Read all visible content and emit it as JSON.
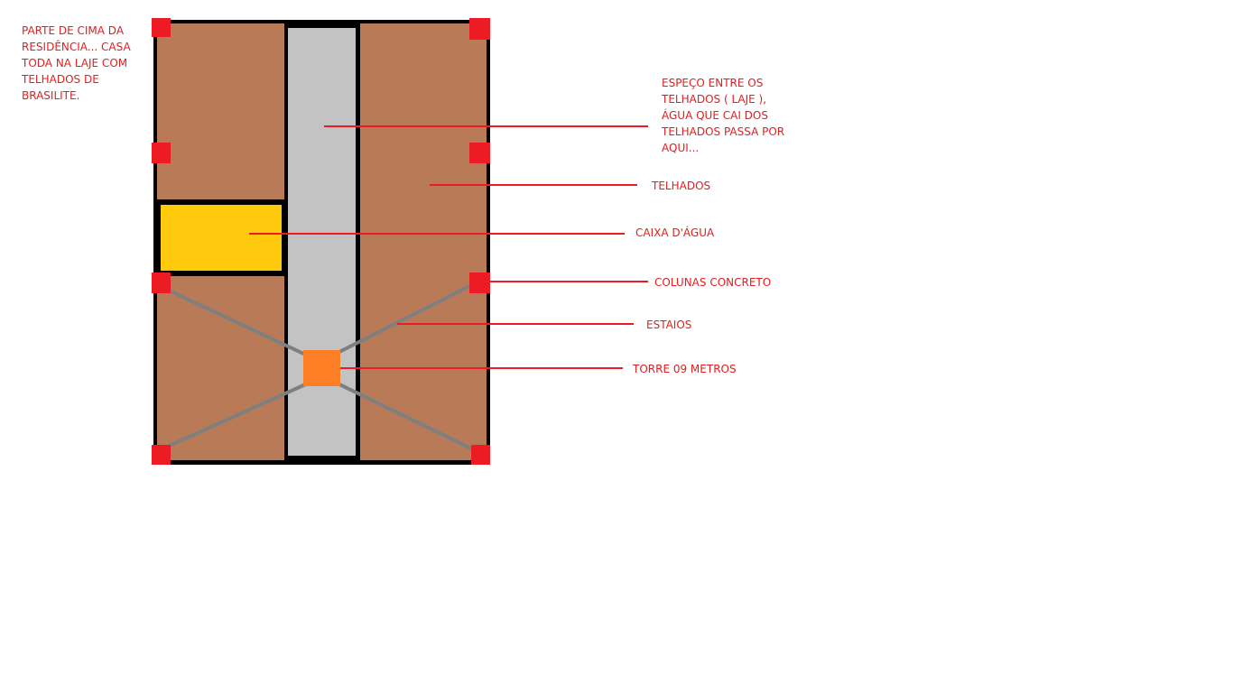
{
  "note": {
    "lines": [
      "PARTE DE CIMA DA",
      "RESIDÊNCIA... CASA",
      "TODA NA LAJE COM",
      "TELHADOS DE",
      "BRASILITE."
    ]
  },
  "labels": {
    "espaco": [
      "ESPEÇO ENTRE OS",
      "TELHADOS ( LAJE ),",
      "ÁGUA QUE CAI DOS",
      "TELHADOS PASSA POR",
      "AQUI..."
    ],
    "telhados": "TELHADOS",
    "caixa": "CAIXA D'ÁGUA",
    "colunas": "COLUNAS CONCRETO",
    "estaios": "ESTAIOS",
    "torre": "TORRE 09 METROS"
  },
  "colors": {
    "roof": "#b97a57",
    "slab": "#c3c3c3",
    "outline": "#000000",
    "tank": "#ffc90e",
    "column": "#ed1c24",
    "tower": "#ff7f27",
    "guy_wire": "#7f7f7f",
    "text": "#e02020"
  }
}
